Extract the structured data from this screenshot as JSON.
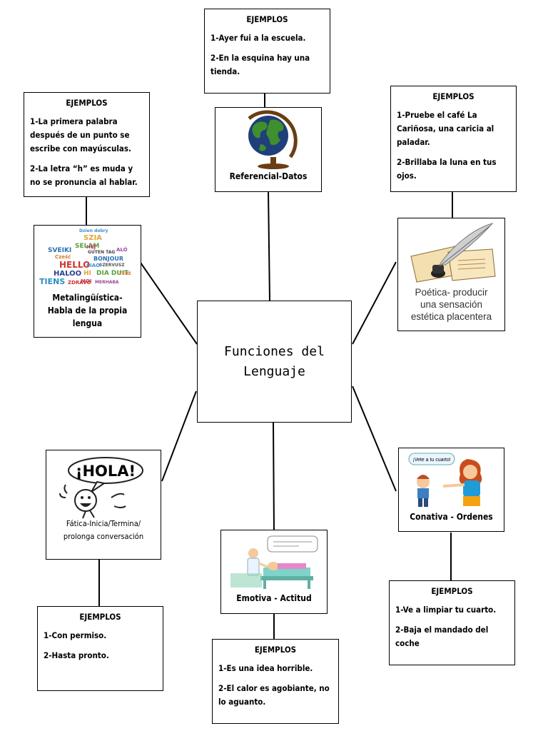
{
  "title": "Funciones del Lenguaje",
  "examples_heading": "EJEMPLOS",
  "functions": {
    "referencial": {
      "caption": "Referencial-Datos",
      "illustration": "globe-icon",
      "examples": [
        "1-Ayer fui a la escuela.",
        "2-En la esquina hay una tienda."
      ]
    },
    "poetica": {
      "caption": "Poética- producir una sensación estética placentera",
      "illustration": "quill-paper-icon",
      "examples": [
        "1-Pruebe el café La Cariñosa, una caricia al paladar.",
        "2-Brillaba la luna en tus ojos."
      ]
    },
    "conativa": {
      "caption": "Conativa - Ordenes",
      "illustration": "mother-child-cartoon",
      "bubble": "¡Vete a tu cuarto!",
      "examples": [
        "1-Ve a limpiar tu cuarto.",
        "2-Baja el mandado del coche"
      ]
    },
    "emotiva": {
      "caption": "Emotiva - Actitud",
      "illustration": "hospital-cartoon",
      "examples": [
        "1-Es una idea horrible.",
        "2-El calor es agobiante, no lo aguanto."
      ]
    },
    "fatica": {
      "caption": "Fática-Inicia/Termina/ prolonga conversación",
      "illustration": "hola-cartoon",
      "bubble": "¡HOLA!",
      "examples": [
        "1-Con permiso.",
        "2-Hasta pronto."
      ]
    },
    "metalinguistica": {
      "caption": "Metalingüística- Habla de la propia lengua",
      "illustration": "word-cloud",
      "words": [
        "Dzien dobry",
        "SZIA",
        "SVEIKI",
        "SELAM",
        "HEJ",
        "Cześć",
        "GUTEN TAG",
        "ALÓ",
        "BONJOUR",
        "HELLO",
        "CIAO",
        "SZERVUSZ",
        "HALOO",
        "HI",
        "DIA DUIT",
        "TIENS",
        "MOI",
        "ZDRAVO",
        "MERHABA",
        "TERE"
      ],
      "examples": [
        "1-La primera palabra después de un punto se escribe con mayúsculas.",
        "2-La letra “h” es muda y no se pronuncia al hablar."
      ]
    }
  }
}
